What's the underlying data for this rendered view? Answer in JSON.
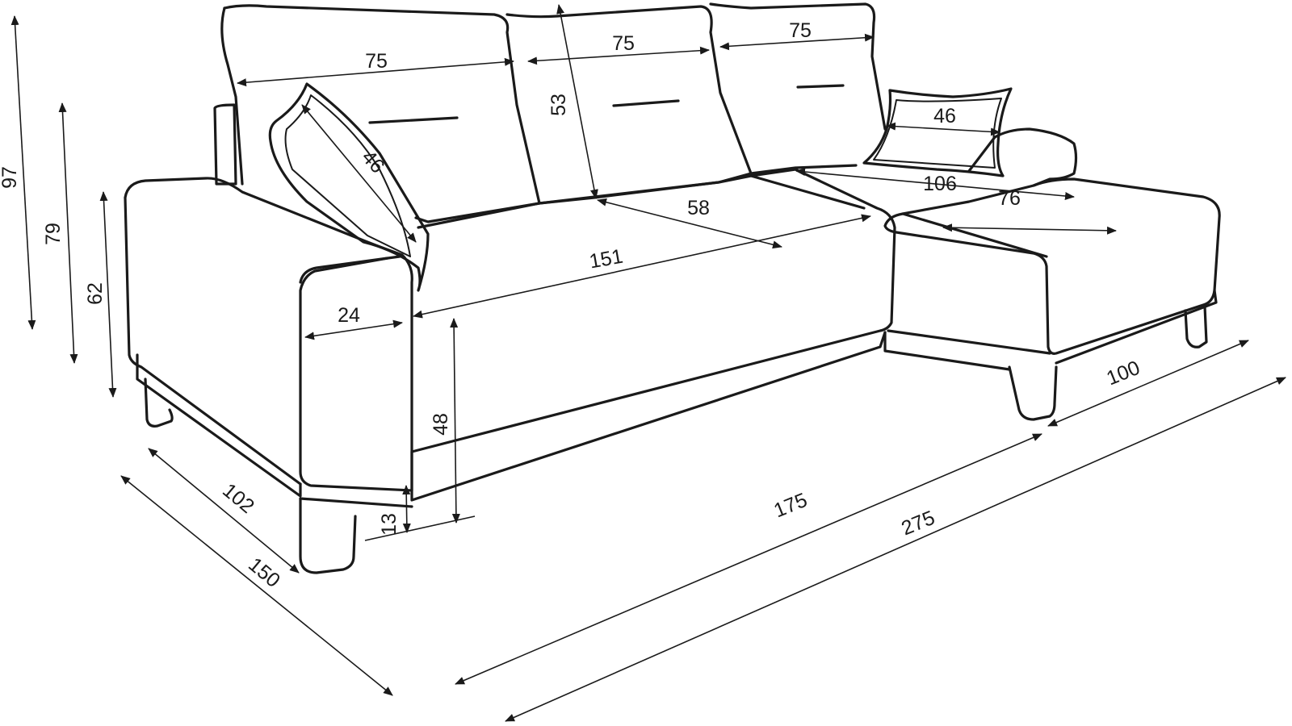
{
  "dimensions": {
    "total_height": "97",
    "back_height": "79",
    "armrest_height": "62",
    "seat_height": "48",
    "leg_height": "13",
    "armrest_width": "24",
    "seat_depth_main": "58",
    "main_seat_width": "151",
    "back_cushion_width_1": "75",
    "back_cushion_width_2": "75",
    "back_cushion_width_3": "75",
    "back_cushion_height": "53",
    "pillow_left": "46",
    "pillow_right": "46",
    "chaise_seat_length": "106",
    "chaise_seat_width": "76",
    "chaise_width": "100",
    "sofa_depth": "102",
    "total_depth": "150",
    "main_width": "175",
    "total_width": "275"
  },
  "colors": {
    "line": "#1a1a1a",
    "background": "#ffffff"
  }
}
